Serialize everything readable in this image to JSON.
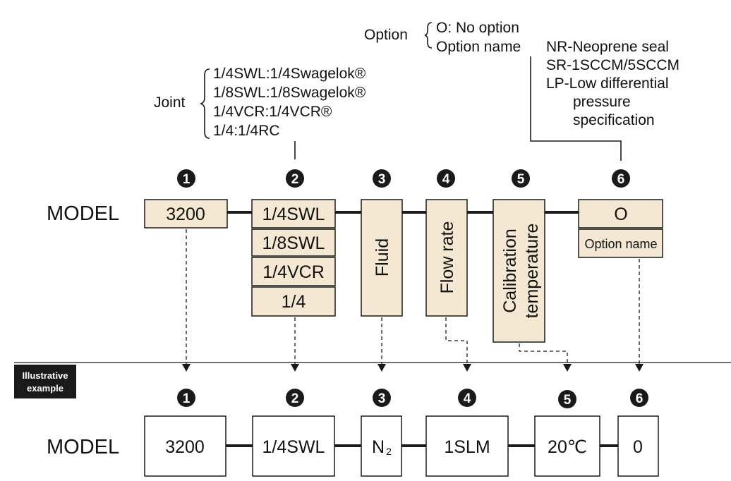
{
  "colors": {
    "box_fill": "#f5e8d2",
    "line": "#1a1a1a",
    "badge": "#1a1a1a",
    "example_box_fill": "#ffffff"
  },
  "option_note": {
    "title": "Option",
    "items": [
      "O: No option",
      "Option name"
    ],
    "details": [
      "NR-Neoprene seal",
      "SR-1SCCM/5SCCM",
      "LP-Low differential",
      "pressure",
      "specification"
    ]
  },
  "joint_note": {
    "title": "Joint",
    "items": [
      "1/4SWL:1/4Swagelok®",
      "1/8SWL:1/8Swagelok®",
      "1/4VCR:1/4VCR®",
      "1/4:1/4RC"
    ]
  },
  "numbers": [
    "1",
    "2",
    "3",
    "4",
    "5",
    "6"
  ],
  "model": {
    "label": "MODEL",
    "series": "3200",
    "joints": [
      "1/4SWL",
      "1/8SWL",
      "1/4VCR",
      "1/4"
    ],
    "fluid": "Fluid",
    "flow_rate": "Flow rate",
    "calibration": [
      "Calibration",
      "temperature"
    ],
    "option_code": "O",
    "option_name": "Option name"
  },
  "example": {
    "badge": [
      "Illustrative",
      "example"
    ],
    "label": "MODEL",
    "series": "3200",
    "joint": "1/4SWL",
    "fluid_symbol": "N",
    "fluid_subscript": "2",
    "flow_rate": "1SLM",
    "temperature": "20℃",
    "option": "0"
  }
}
